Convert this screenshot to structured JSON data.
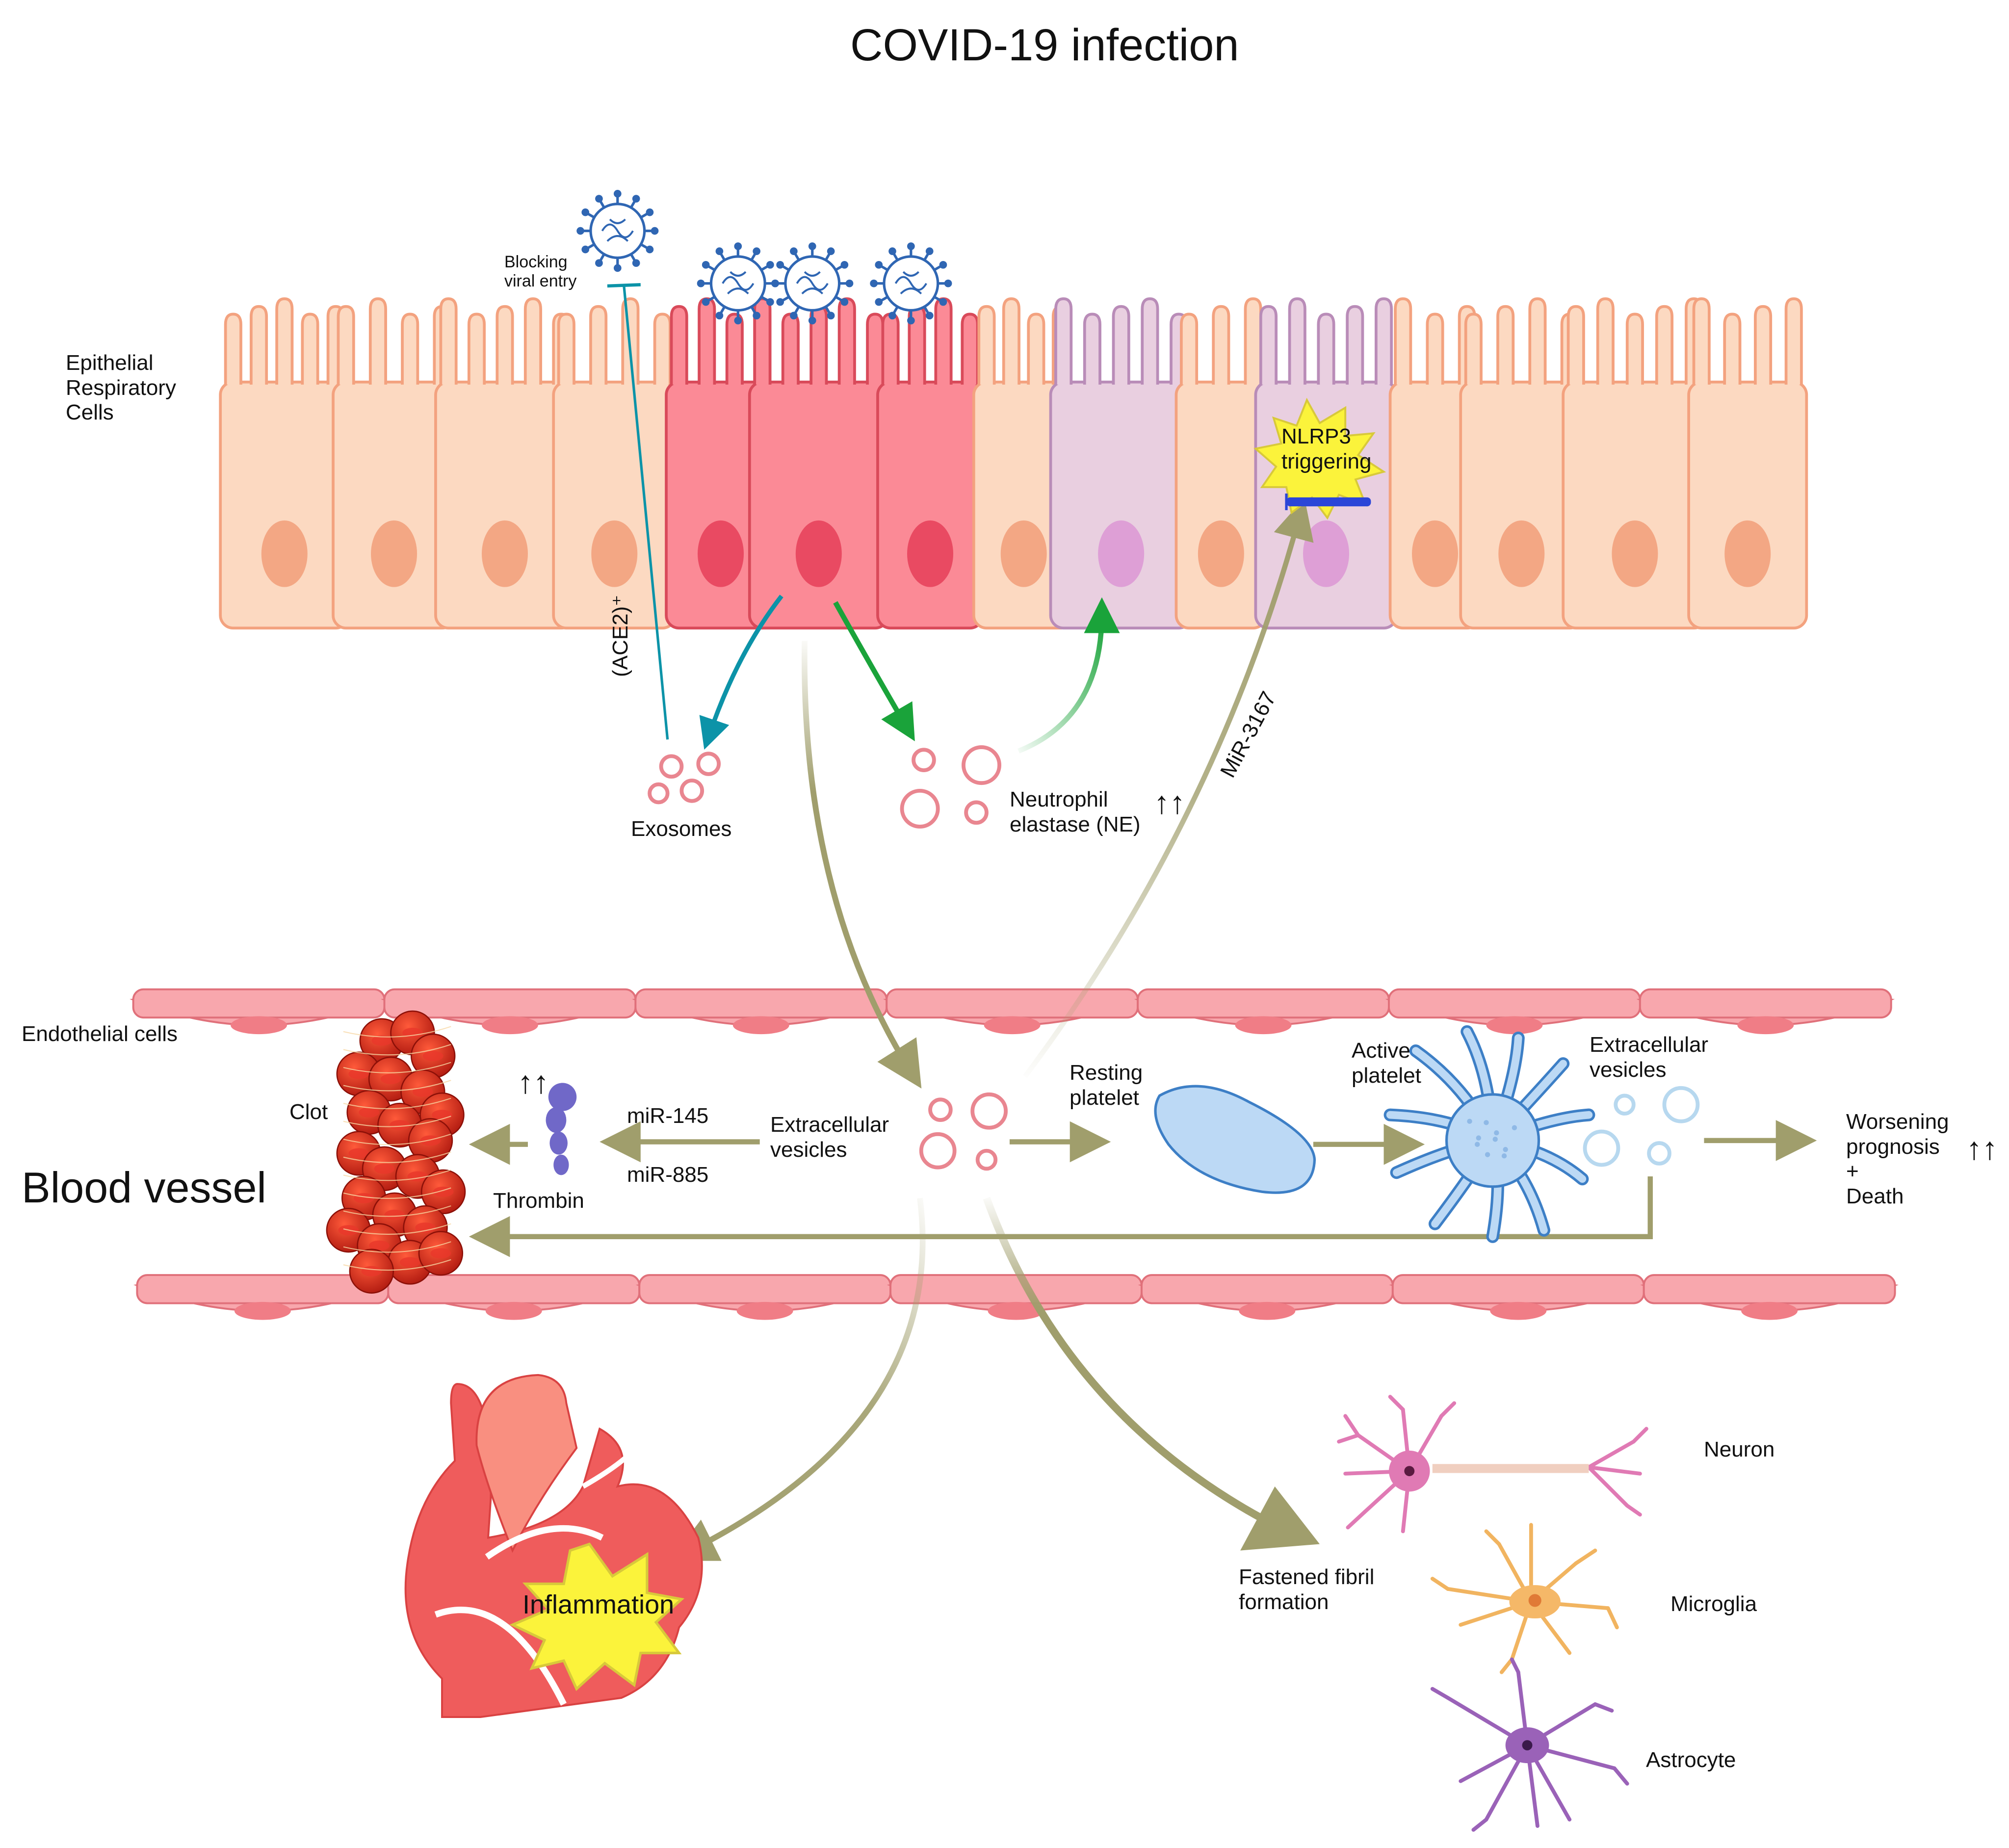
{
  "title": "COVID-19 infection",
  "epithelium": {
    "label_lines": [
      "Epithelial",
      "Respiratory",
      "Cells"
    ],
    "blocking_lines": [
      "Blocking",
      "viral entry"
    ],
    "ace2": "(ACE2)⁺",
    "nlrp3_lines": [
      "NLRP3",
      "triggering"
    ],
    "exosomes": "Exosomes",
    "ne_lines": [
      "Neutrophil",
      "elastase (NE)"
    ],
    "ne_arrows": "↑↑",
    "mir3167": "MiR-3167"
  },
  "vessel": {
    "endothelial": "Endothelial cells",
    "blood_vessel": "Blood vessel",
    "clot": "Clot",
    "thrombin": "Thrombin",
    "thrombin_arrows": "↑↑",
    "mir145": "miR-145",
    "mir885": "miR-885",
    "ev_lines": [
      "Extracellular",
      "vesicles"
    ],
    "resting_lines": [
      "Resting",
      "platelet"
    ],
    "active_lines": [
      "Active",
      "platelet"
    ],
    "ev2_lines": [
      "Extracellular",
      "vesicles"
    ],
    "worsening_lines": [
      "Worsening",
      "prognosis",
      "+",
      "Death"
    ],
    "worsening_arrows": "↑↑"
  },
  "organs": {
    "inflammation": "Inflammation",
    "fibril_lines": [
      "Fastened fibril",
      "formation"
    ],
    "neuron": "Neuron",
    "microglia": "Microglia",
    "astrocyte": "Astrocyte"
  },
  "colors": {
    "epithelial_fill": "#fcd9c1",
    "epithelial_stroke": "#f3a27f",
    "infected_fill": "#fb8a96",
    "infected_stroke": "#d94a5a",
    "purple_cell_fill": "#e9cfe0",
    "purple_cell_stroke": "#b98cb8",
    "endothelial_fill": "#f8a7ad",
    "endothelial_stroke": "#e0707a",
    "olive_arrow": "#a09e6c",
    "teal_arrow": "#0c93a8",
    "green_arrow": "#1aa33a",
    "heart_red": "#ef5c5c",
    "burst_yellow": "#fbf33b"
  }
}
